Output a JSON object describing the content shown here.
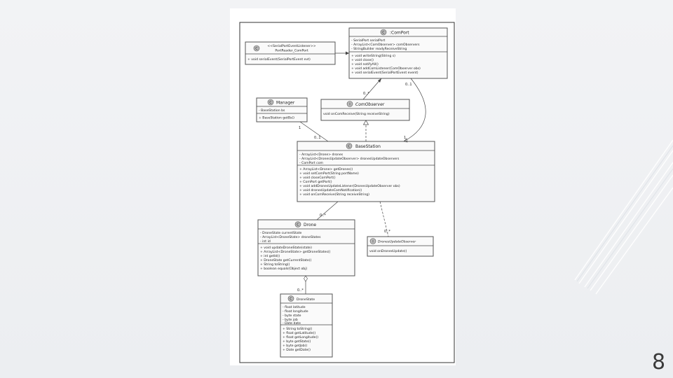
{
  "slide": {
    "page_number": "8"
  },
  "diagram": {
    "classes": {
      "comport": {
        "icon": "C",
        "name": ":ComPort",
        "attributes": [
          "- SerialPort serialPort",
          "- ArrayList<ComObserver> comObservers",
          "- StringBuilder readyReceiveString"
        ],
        "methods": [
          "+ void writeString(String s)",
          "+ void close()",
          "+ void notifyAll()",
          "+ void addComListener(ComObserver obs)",
          "+ void serialEvent(SerialPortEvent event)"
        ]
      },
      "portreader": {
        "icon": "C",
        "stereotype": "<<SerialPortEventListener>>",
        "name": "PortReader_ComPort",
        "methods": [
          "+ void serialEvent(SerialPortEvent evt)"
        ]
      },
      "manager": {
        "icon": "C",
        "name": "Manager",
        "attributes": [
          "- BaseStation bs"
        ],
        "methods": [
          "+ BaseStation getBs()"
        ]
      },
      "comobserver": {
        "icon": "I",
        "name": "ComObserver",
        "methods": [
          "void onComReceive(String receiveString)"
        ]
      },
      "basestation": {
        "icon": "C",
        "name": "BaseStation",
        "attributes": [
          "- ArrayList<Drone> drones",
          "- ArrayList<DronesUpdateObserver> dronesUpdateObservers",
          "- ComPort com"
        ],
        "methods": [
          "+ ArrayList<Drone> getDrones()",
          "+ void setComPort(String portName)",
          "+ void closeComPort()",
          "+ ComPort getPort()",
          "+ void addDronesUpdateListener(DronesUpdateObserver obs)",
          "+ void dronesUpdateComNotification()",
          "+ void onComReceive(String receiveString)"
        ]
      },
      "drone": {
        "icon": "C",
        "name": "Drone",
        "attributes": [
          "- DroneState currentState",
          "- ArrayList<DroneState> droneStates",
          "- int id"
        ],
        "methods": [
          "+ void updateDroneState(state)",
          "+ ArrayList<DroneState> getDroneStates()",
          "+ int getId()",
          "+ DroneState getCurrentState()",
          "+ String toString()",
          "+ boolean equals(Object obj)"
        ]
      },
      "dronesupdateobserver": {
        "icon": "I",
        "name": "DronesUpdateObserver",
        "methods": [
          "void onDronesUpdate()"
        ]
      },
      "dronestate": {
        "icon": "C",
        "name": "DroneState",
        "attributes": [
          "- float latitude",
          "- float longitude",
          "- byte state",
          "- byte job",
          "- Date date"
        ],
        "methods": [
          "+ String toString()",
          "+ float getLatitude()",
          "+ float getLongitude()",
          "+ byte getState()",
          "+ byte getJob()",
          "+ Date getDate()"
        ]
      }
    },
    "multiplicities": {
      "comport_observer": "0..*",
      "comport_basestation": "0..1",
      "manager_one": "1",
      "manager_bs": "0..1",
      "bs_comport_one": "1",
      "bs_drone": "0..*",
      "bs_dronesupdate": "0..*",
      "drone_state": "0..*"
    }
  }
}
